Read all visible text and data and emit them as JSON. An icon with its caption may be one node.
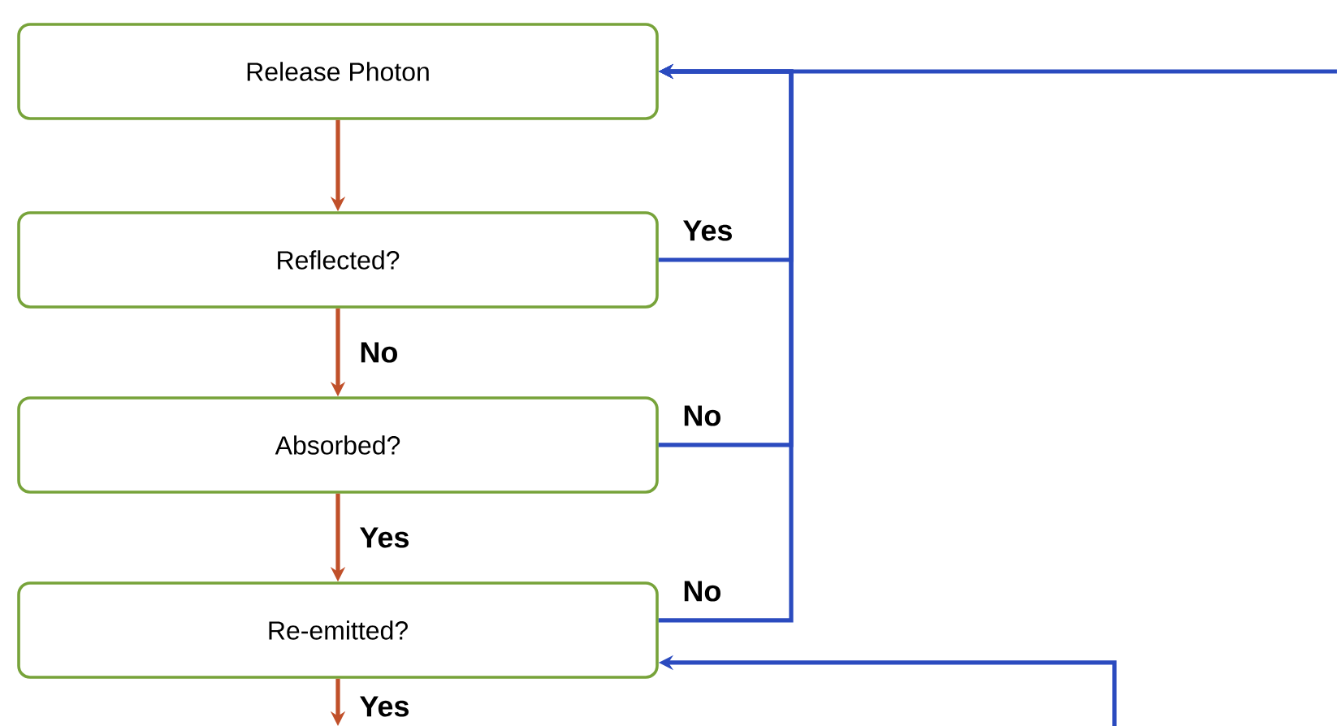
{
  "diagram": {
    "nodes": [
      {
        "text": [
          "Release Photon"
        ]
      },
      {
        "text": [
          "Reflected?"
        ]
      },
      {
        "text": [
          "Absorbed?"
        ]
      },
      {
        "text": [
          "Re-emitted?"
        ]
      }
    ],
    "edges": [
      {
        "from": 0,
        "to": 1,
        "arrow": "to",
        "color": "#c0502a"
      },
      {
        "from": 1,
        "to": 2,
        "arrow": "to",
        "label": "No",
        "color": "#c0502a"
      },
      {
        "from": 2,
        "to": 3,
        "arrow": "to",
        "label": "Yes",
        "color": "#c0502a"
      },
      {
        "from": 3,
        "to": null,
        "arrow": "to",
        "label": "Yes",
        "color": "#c0502a"
      },
      {
        "from": 1,
        "to": 0,
        "arrow": "to",
        "label": "Yes"
      },
      {
        "from": 2,
        "to": 0,
        "arrow": "to",
        "label": "No"
      },
      {
        "from": 3,
        "to": 0,
        "arrow": "to",
        "label": "No"
      },
      {
        "from": null,
        "to": 0,
        "arrow": "to"
      },
      {
        "from": null,
        "to": 3,
        "arrow": "to"
      }
    ]
  }
}
